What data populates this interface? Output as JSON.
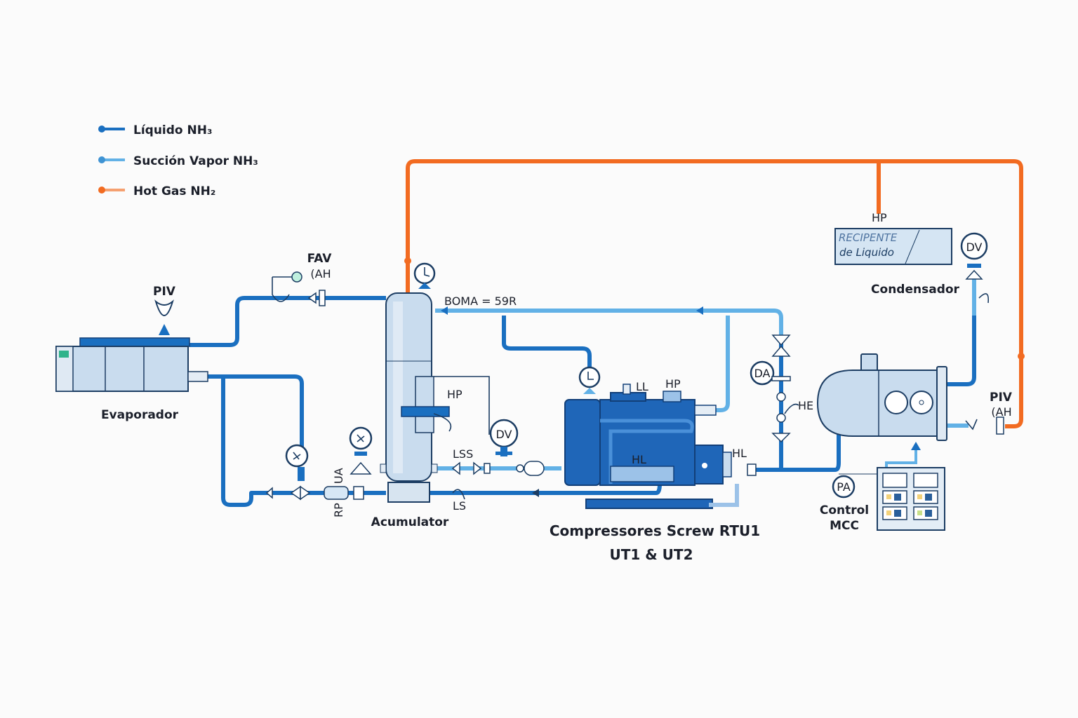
{
  "colors": {
    "liquid": "#1a6fc0",
    "suction": "#62b1e6",
    "hot_gas": "#f26b21",
    "equipment": "#c9dcee",
    "compressor": "#1f66b8"
  },
  "legend": [
    {
      "label": "Líquido NH₃",
      "color": "#1a6fc0"
    },
    {
      "label": "Succión Vapor NH₃",
      "color": "#62b1e6"
    },
    {
      "label": "Hot Gas NH₂",
      "color": "#f26b21"
    }
  ],
  "equipment": {
    "evaporator": "Evaporador",
    "accumulator": "Acumulator",
    "compressor_line1": "Compressores Screw RTU1",
    "compressor_line2": "UT1 & UT2",
    "condenser": "Condensador",
    "receiver_line1": "RECIPENTE",
    "receiver_line2": "de Liquido",
    "control_line1": "Control",
    "control_line2": "MCC"
  },
  "tags": {
    "piv_evap": "PIV",
    "fav": "FAV",
    "fav_sub": "(AH",
    "boma": "BOMA = 59R",
    "hp_acc": "HP",
    "lss": "LSS",
    "ls": "LS",
    "rp": "RP",
    "ua": "UA",
    "dv_mid": "DV",
    "ll": "LL",
    "hp_comp": "HP",
    "hl_comp": "HL",
    "hl_right": "HL",
    "da": "DA",
    "he": "HE",
    "pa": "PA",
    "piv_cond": "PIV",
    "piv_cond_sub": "(AH",
    "hp_receiver": "HP",
    "dv_cond": "DV"
  }
}
